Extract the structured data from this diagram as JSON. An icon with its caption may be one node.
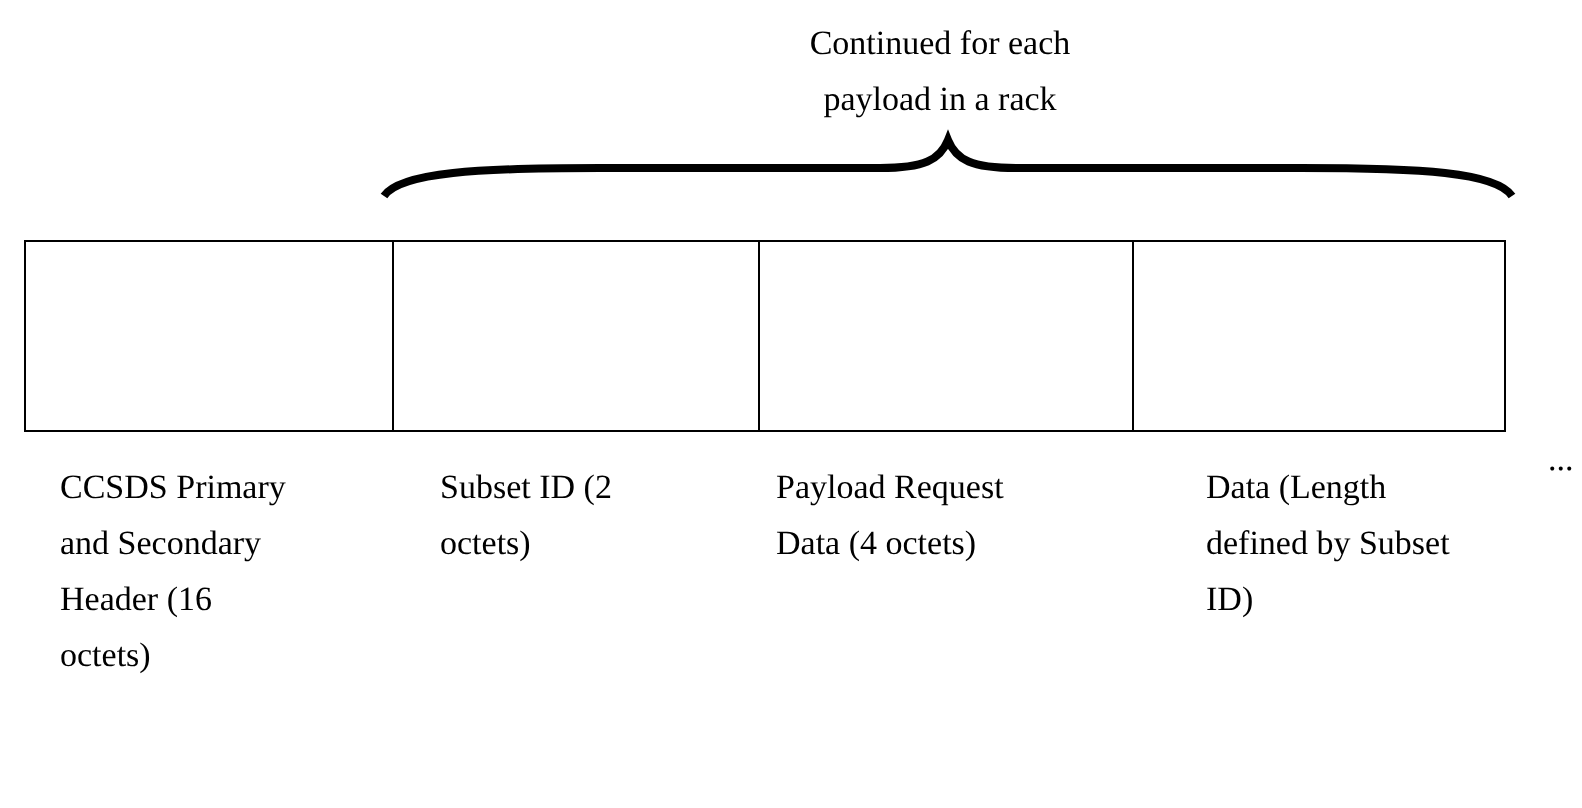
{
  "diagram": {
    "nodes": [
      {
        "text": [
          "CCSDS Primary and Secondary Header (16 octets)"
        ]
      },
      {
        "text": [
          "Subset ID (2 octets)"
        ]
      },
      {
        "text": [
          "Payload Request Data (4 octets)"
        ]
      },
      {
        "text": [
          "Data (Length defined by Subset ID)"
        ]
      }
    ],
    "labels": [
      "Continued for each payload in a rack",
      "..."
    ]
  }
}
